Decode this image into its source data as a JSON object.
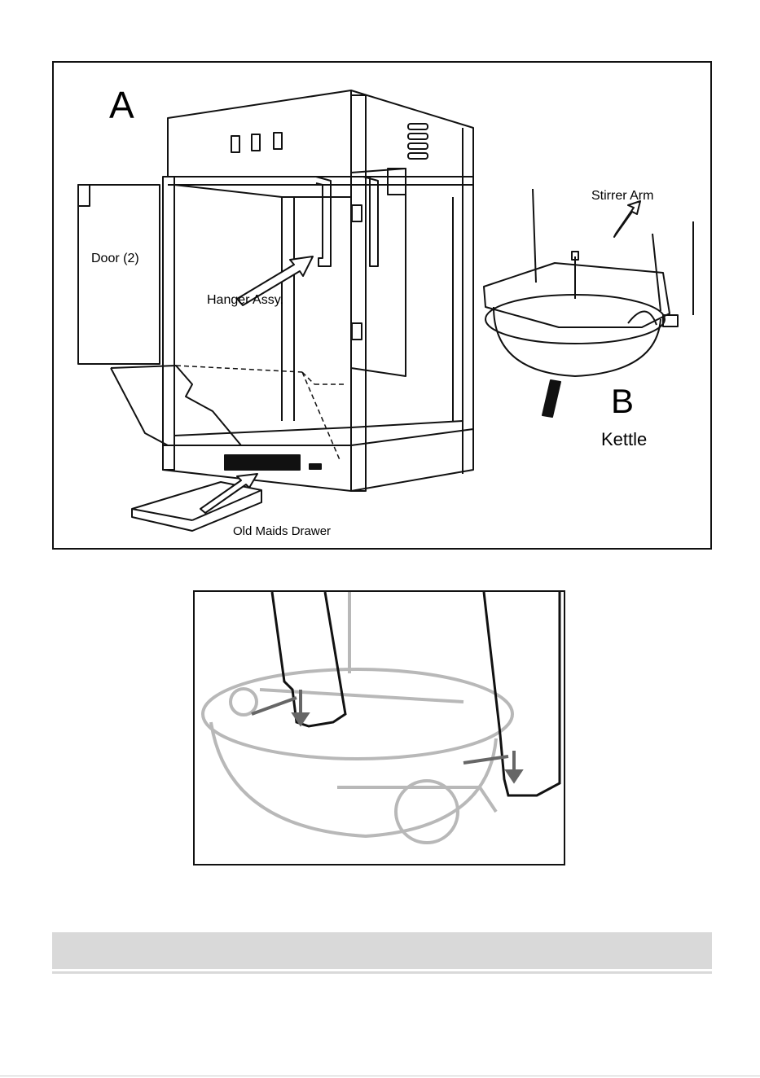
{
  "figure_a": {
    "panel_letter_a": "A",
    "panel_letter_b": "B",
    "door_label": "Door (2)",
    "hanger_label": "Hanger Assy.",
    "drawer_label": "Old Maids Drawer",
    "stirrer_label": "Stirrer Arm",
    "kettle_label": "Kettle"
  },
  "figure_c": {
    "icons": [
      "kettle-icon",
      "hanger-bracket-icon",
      "down-arrow-icon"
    ]
  },
  "colors": {
    "line": "#111111",
    "faded_line": "#b8b8b8",
    "section_bar": "#d9d9d9"
  }
}
